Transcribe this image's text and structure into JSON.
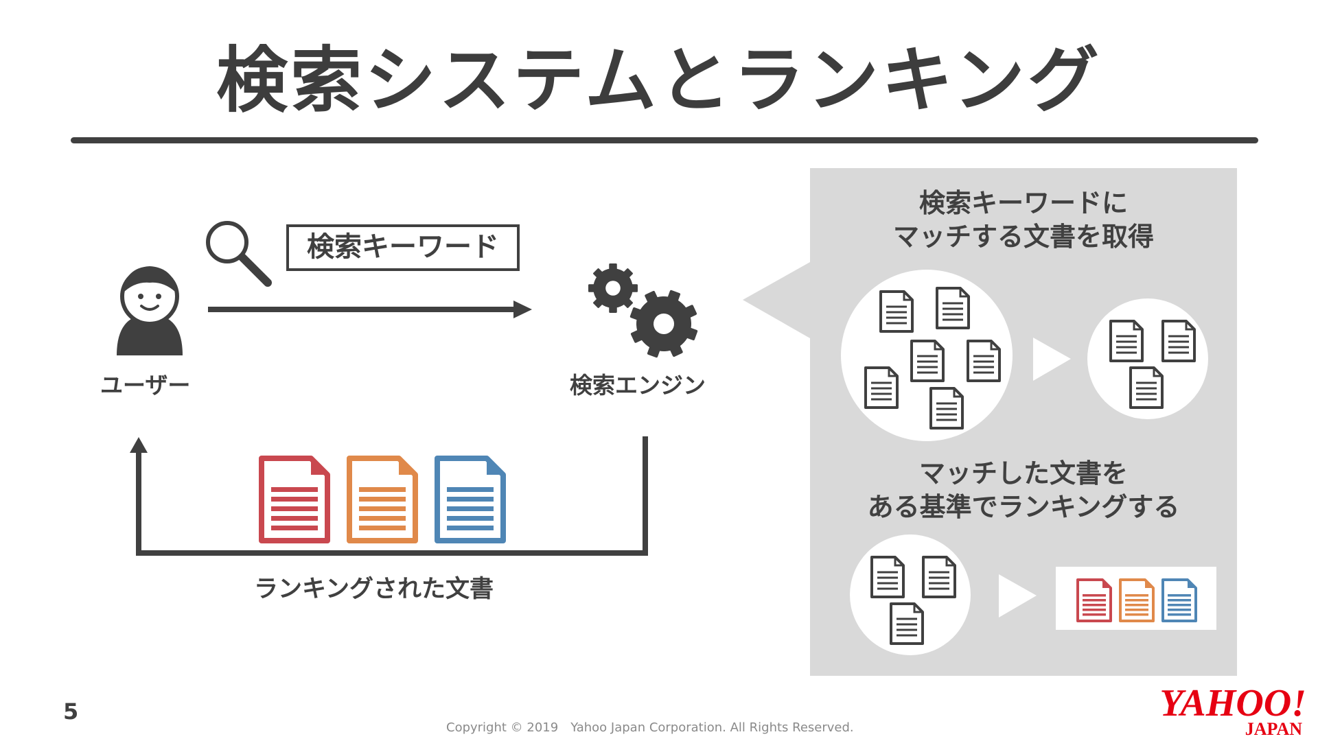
{
  "slide": {
    "title": "検索システムとランキング",
    "page_number": "5",
    "copyright": "Copyright © 2019　Yahoo Japan Corporation. All Rights Reserved."
  },
  "flow": {
    "user_label": "ユーザー",
    "keyword_label": "検索キーワード",
    "engine_label": "検索エンジン",
    "ranked_docs_label": "ランキングされた文書",
    "doc_colors": [
      "#c9484f",
      "#e0894a",
      "#4f86b5"
    ]
  },
  "panel": {
    "step1_text_line1": "検索キーワードに",
    "step1_text_line2": "マッチする文書を取得",
    "step2_text_line1": "マッチした文書を",
    "step2_text_line2": "ある基準でランキングする"
  },
  "logo": {
    "main": "YAHOO!",
    "sub": "JAPAN",
    "color": "#e60012"
  }
}
